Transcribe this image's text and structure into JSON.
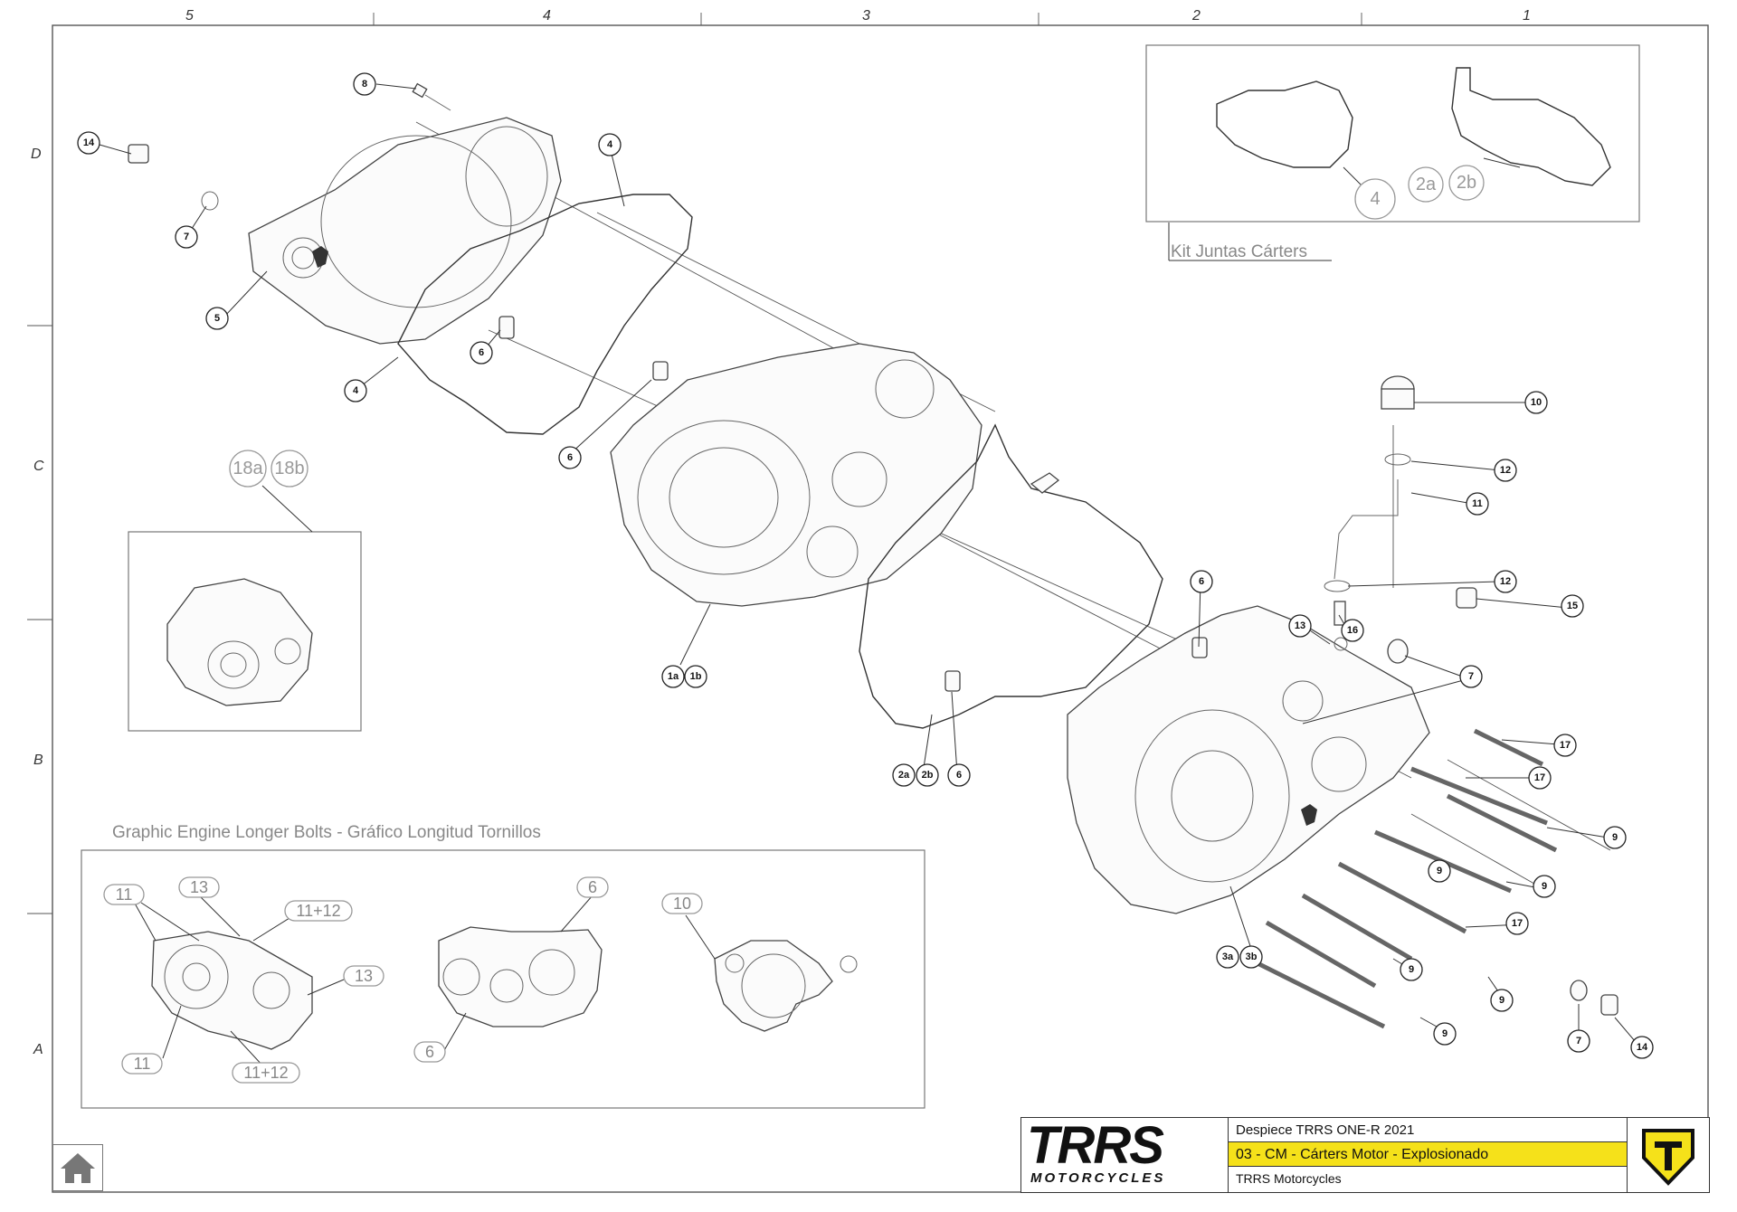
{
  "grid": {
    "columns": [
      "5",
      "4",
      "3",
      "2",
      "1"
    ],
    "rows": [
      "D",
      "C",
      "B",
      "A"
    ]
  },
  "callouts": {
    "c8": "8",
    "c14a": "14",
    "c7a": "7",
    "c5": "5",
    "c4a": "4",
    "c4b": "4",
    "c6a": "6",
    "c6b": "6",
    "c1a": "1a",
    "c1b": "1b",
    "c2a": "2a",
    "c2b": "2b",
    "c6c": "6",
    "c6d": "6",
    "c10": "10",
    "c12a": "12",
    "c11": "11",
    "c12b": "12",
    "c13": "13",
    "c16": "16",
    "c15": "15",
    "c7b": "7",
    "c17a": "17",
    "c17b": "17",
    "c9a": "9",
    "c9b": "9",
    "c9c": "9",
    "c17c": "17",
    "c3a": "3a",
    "c3b": "3b",
    "c9d": "9",
    "c9e": "9",
    "c9f": "9",
    "c7c": "7",
    "c14b": "14"
  },
  "kit_box": {
    "title": "Kit Juntas Cárters",
    "labels": {
      "k4": "4",
      "k2a": "2a",
      "k2b": "2b"
    }
  },
  "assembly_box": {
    "labels": {
      "a18a": "18a",
      "a18b": "18b"
    }
  },
  "bolts_box": {
    "title": "Graphic Engine Longer Bolts - Gráfico Longitud Tornillos",
    "labels": {
      "b11a": "11",
      "b13a": "13",
      "b1112a": "11+12",
      "b13b": "13",
      "b11b": "11",
      "b1112b": "11+12",
      "b6a": "6",
      "b6b": "6",
      "b10": "10"
    }
  },
  "title_block": {
    "brand": "TRRS",
    "brand_sub": "MOTORCYCLES",
    "line1": "Despiece TRRS ONE-R  2021",
    "line2": "03 - CM - Cárters Motor - Explosionado",
    "line3": "TRRS Motorcycles"
  },
  "colors": {
    "accent_yellow": "#f5e11a",
    "ink": "#222222",
    "ghost_gray": "#999999"
  },
  "icons": {
    "home": "home-icon",
    "badge": "trrs-shield-icon"
  }
}
